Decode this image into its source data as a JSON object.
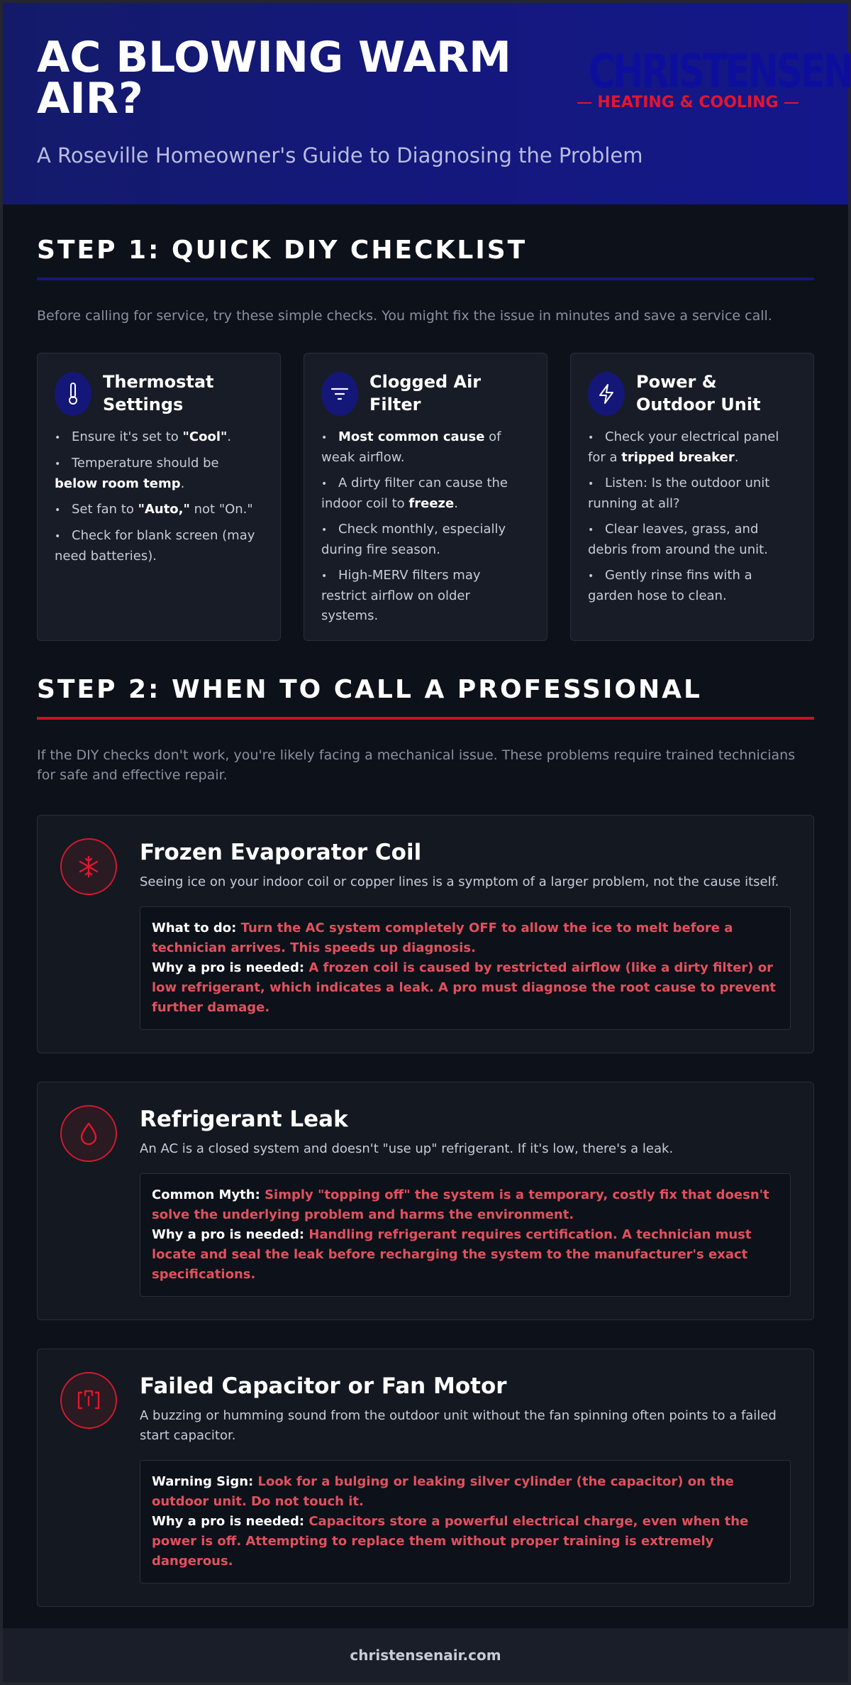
{
  "header": {
    "title": "AC BLOWING WARM AIR?",
    "subtitle": "A Roseville Homeowner's Guide to Diagnosing the Problem",
    "logo_main": "CHRISTENSEN",
    "logo_sub": "HEATING & COOLING"
  },
  "step1": {
    "title": "STEP 1: QUICK DIY CHECKLIST",
    "intro": "Before calling for service, try these simple checks. You might fix the issue in minutes and save a service call.",
    "cards": [
      {
        "icon": "thermometer-icon",
        "title": "Thermostat Settings",
        "items": [
          {
            "a": "Ensure it's set to ",
            "b": "\"Cool\"",
            "c": "."
          },
          {
            "a": "Temperature should be ",
            "b": "below room temp",
            "c": "."
          },
          {
            "a": "Set fan to ",
            "b": "\"Auto,\"",
            "c": " not \"On.\""
          },
          {
            "a": "Check for blank screen (may need batteries).",
            "b": "",
            "c": ""
          }
        ]
      },
      {
        "icon": "filter-icon",
        "title": "Clogged Air Filter",
        "items": [
          {
            "a": "",
            "b": "Most common cause",
            "c": " of weak airflow."
          },
          {
            "a": "A dirty filter can cause the indoor coil to ",
            "b": "freeze",
            "c": "."
          },
          {
            "a": "Check monthly, especially during fire season.",
            "b": "",
            "c": ""
          },
          {
            "a": "High-MERV filters may restrict airflow on older systems.",
            "b": "",
            "c": ""
          }
        ]
      },
      {
        "icon": "lightning-icon",
        "title": "Power & Outdoor Unit",
        "items": [
          {
            "a": "Check your electrical panel for a ",
            "b": "tripped breaker",
            "c": "."
          },
          {
            "a": "Listen: Is the outdoor unit running at all?",
            "b": "",
            "c": ""
          },
          {
            "a": "Clear leaves, grass, and debris from around the unit.",
            "b": "",
            "c": ""
          },
          {
            "a": "Gently rinse fins with a garden hose to clean.",
            "b": "",
            "c": ""
          }
        ]
      }
    ]
  },
  "step2": {
    "title": "STEP 2: WHEN TO CALL A PROFESSIONAL",
    "intro": "If the DIY checks don't work, you're likely facing a mechanical issue. These problems require trained technicians for safe and effective repair.",
    "issues": [
      {
        "icon": "snowflake-icon",
        "title": "Frozen Evaporator Coil",
        "desc": "Seeing ice on your indoor coil or copper lines is a symptom of a larger problem, not the cause itself.",
        "l1": "What to do: ",
        "v1": "Turn the AC system completely OFF to allow the ice to melt before a technician arrives. This speeds up diagnosis.",
        "l2": "Why a pro is needed: ",
        "v2": "A frozen coil is caused by restricted airflow (like a dirty filter) or low refrigerant, which indicates a leak. A pro must diagnose the root cause to prevent further damage."
      },
      {
        "icon": "droplet-icon",
        "title": "Refrigerant Leak",
        "desc": "An AC is a closed system and doesn't \"use up\" refrigerant. If it's low, there's a leak.",
        "l1": "Common Myth: ",
        "v1": "Simply \"topping off\" the system is a temporary, costly fix that doesn't solve the underlying problem and harms the environment.",
        "l2": "Why a pro is needed: ",
        "v2": "Handling refrigerant requires certification. A technician must locate and seal the leak before recharging the system to the manufacturer's exact specifications."
      },
      {
        "icon": "capacitor-icon",
        "title": "Failed Capacitor or Fan Motor",
        "desc": "A buzzing or humming sound from the outdoor unit without the fan spinning often points to a failed start capacitor.",
        "l1": "Warning Sign: ",
        "v1": "Look for a bulging or leaking silver cylinder (the capacitor) on the outdoor unit. Do not touch it.",
        "l2": "Why a pro is needed: ",
        "v2": "Capacitors store a powerful electrical charge, even when the power is off. Attempting to replace them without proper training is extremely dangerous."
      }
    ]
  },
  "footer": {
    "text": "christensenair.com"
  },
  "colors": {
    "brand_blue": "#14177a",
    "accent_red": "#d10f24",
    "bg": "#0d1119"
  }
}
